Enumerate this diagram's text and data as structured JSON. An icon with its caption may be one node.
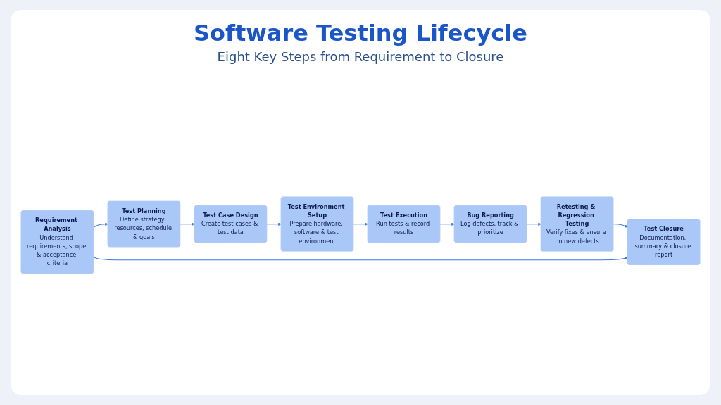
{
  "diagram": {
    "title": "Software Testing Lifecycle",
    "caption": "Eight Key Steps from Requirement to Closure",
    "nodes": [
      {
        "text": [
          "Requirement Analysis",
          "Understand requirements, scope & acceptance criteria"
        ]
      },
      {
        "text": [
          "Test Planning",
          "Define strategy, resources, schedule & goals"
        ]
      },
      {
        "text": [
          "Test Case Design",
          "Create test cases & test data"
        ]
      },
      {
        "text": [
          "Test Environment Setup",
          "Prepare hardware, software & test environment"
        ]
      },
      {
        "text": [
          "Test Execution",
          "Run tests & record results"
        ]
      },
      {
        "text": [
          "Bug Reporting",
          "Log defects, track & prioritize"
        ]
      },
      {
        "text": [
          "Retesting & Regression Testing",
          "Verify fixes & ensure no new defects"
        ]
      },
      {
        "text": [
          "Test Closure",
          "Documentation, summary & closure report"
        ]
      }
    ],
    "edges": [
      {
        "from": 0,
        "to": 1,
        "arrow": "to"
      },
      {
        "from": 1,
        "to": 2,
        "arrow": "to"
      },
      {
        "from": 2,
        "to": 3,
        "arrow": "to"
      },
      {
        "from": 3,
        "to": 4,
        "arrow": "to"
      },
      {
        "from": 4,
        "to": 5,
        "arrow": "to"
      },
      {
        "from": 5,
        "to": 6,
        "arrow": "to"
      },
      {
        "from": 6,
        "to": 7,
        "arrow": "to"
      },
      {
        "from": 0,
        "to": 7,
        "arrow": "to"
      }
    ]
  }
}
